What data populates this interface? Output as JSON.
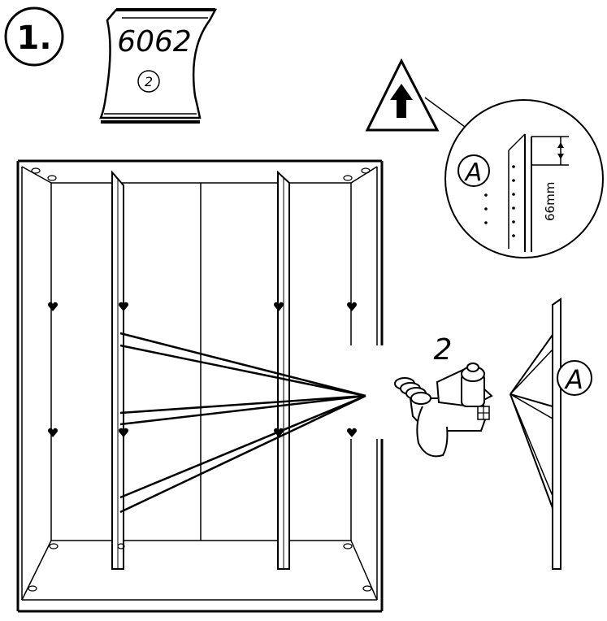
{
  "step_number": "1.",
  "bag": {
    "code": "6062",
    "quantity": "2"
  },
  "callouts": {
    "detail_letter": "A",
    "measurement": "66mm"
  },
  "part": {
    "number": "2"
  }
}
